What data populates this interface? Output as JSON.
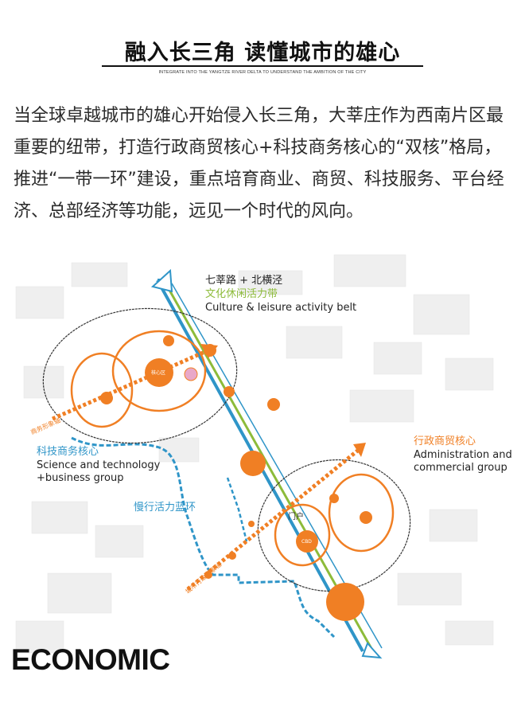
{
  "header": {
    "title": "融入长三角 读懂城市的雄心",
    "subtitle": "INTEGRATE INTO THE YANGTZE RIVER DELTA TO UNDERSTAND THE AMBITION OF THE CITY"
  },
  "intro": "当全球卓越城市的雄心开始侵入长三角，大莘庄作为西南片区最重要的纽带，打造行政商贸核心+科技商务核心的“双核”格局，推进“一带一环”建设，重点培育商业、商贸、科技服务、平台经济、总部经济等功能，远见一个时代的风向。",
  "diagram": {
    "belt": {
      "cn1": "七莘路 + 北横泾",
      "cn2": "文化休闲活力带",
      "en": "Culture & leisure activity belt"
    },
    "science": {
      "cn": "科技商务核心",
      "en1": "Science and technology",
      "en2": "+business group"
    },
    "admin": {
      "cn": "行政商贸核心",
      "en1": "Administration and",
      "en2": "commercial group"
    },
    "ring": {
      "cn": "慢行活力蓝环"
    },
    "axis_left": {
      "cn": "商务形象轴"
    },
    "axis_diag": {
      "cn": "城市行政形象轴"
    },
    "node_center": {
      "cn": "核心区"
    },
    "node_admin": {
      "cn": "CBD"
    },
    "gate": {
      "cn": "门户"
    },
    "colors": {
      "orange": "#f07f24",
      "blue": "#2f95c8",
      "green": "#8dbb3a",
      "dark": "#333333"
    }
  },
  "footer": {
    "label": "ECONOMIC"
  }
}
